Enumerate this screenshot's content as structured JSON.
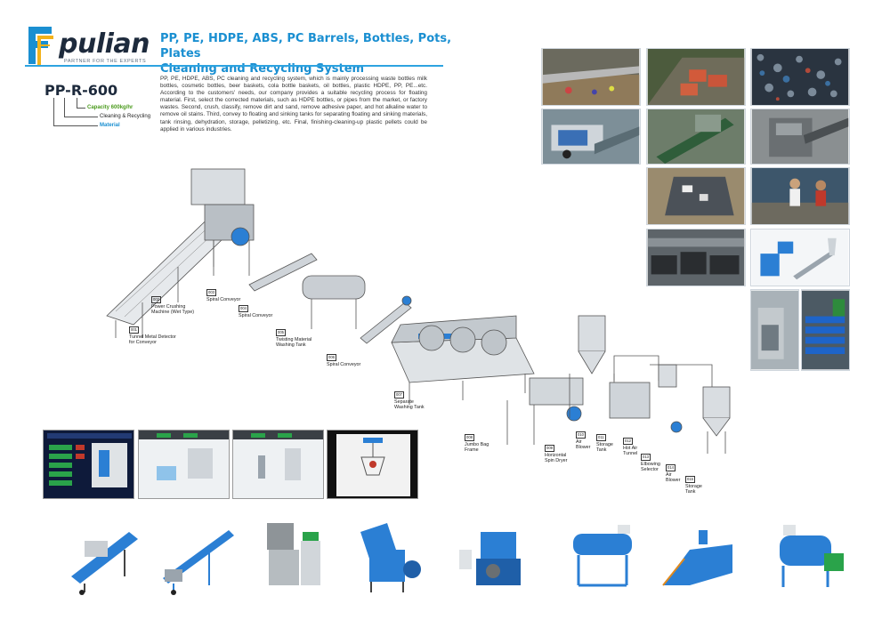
{
  "brand": {
    "name": "pulian",
    "tagline": "PARTNER FOR THE EXPERTS",
    "colors": {
      "blue": "#1a8fd1",
      "yellow": "#f2b21b",
      "navy": "#1d2a3c",
      "machine_blue": "#2b7fd4"
    }
  },
  "title_line1": "PP, PE, HDPE, ABS, PC Barrels, Bottles, Pots, Plates",
  "title_line2": "Cleaning and Recycling System",
  "model": {
    "code": "PP-R-600",
    "capacity": "Capacity 600kg/hr",
    "function": "Cleaning & Recycling",
    "material": "Material"
  },
  "description": "PP, PE, HDPE, ABS, PC cleaning and recycling system, which is mainly processing waste bottles milk bottles, cosmetic bottles, beer baskets, cola bottle baskets, oil bottles, plastic HDPE, PP, PE...etc. According to the customers' needs, our company provides a suitable recycling process for floating material. First, select the corrected materials, such as HDPE bottles, or pipes from the market, or factory wastes. Second, crush, classify, remove dirt and sand, remove adhesive paper, and hot alkaline water to remove oil stains. Third, convey to floating and sinking tanks for separating floating and sinking materials, tank rinsing, dehydration, storage, pelletizing, etc. Final, finishing-cleaning-up plastic pellets could be applied in various industries.",
  "components": [
    {
      "code": "001",
      "name": "Tunnel Metal Detector for Conveyor"
    },
    {
      "code": "002",
      "name": "Power Crushing Machine (Wet Type)"
    },
    {
      "code": "003",
      "name": "Spiral Conveyor"
    },
    {
      "code": "004",
      "name": "Spiral Conveyor"
    },
    {
      "code": "005",
      "name": "Twisting Material Washing Tank"
    },
    {
      "code": "006",
      "name": "Spiral Conveyor"
    },
    {
      "code": "007",
      "name": "Separate Washing Tank"
    },
    {
      "code": "008",
      "name": "Jumbo Bag Frame"
    },
    {
      "code": "009",
      "name": "Horizontal Spin Dryer"
    },
    {
      "code": "010",
      "name": "Air Blower"
    },
    {
      "code": "011",
      "name": "Storage Tank"
    },
    {
      "code": "012",
      "name": "Hot Air Tunnel"
    },
    {
      "code": "013",
      "name": "Elbowing Selector"
    },
    {
      "code": "014",
      "name": "Air Blower"
    },
    {
      "code": "015",
      "name": "Storage Tank"
    }
  ]
}
